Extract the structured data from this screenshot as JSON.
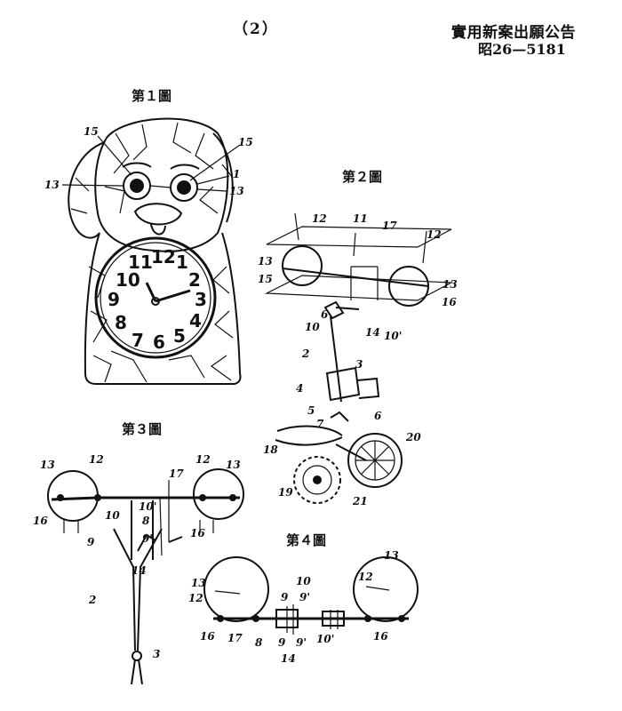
{
  "header": {
    "page_number": "（2）",
    "publication_title": "實用新案出願公告",
    "publication_number": "昭26—5181"
  },
  "figures": {
    "fig1": {
      "label": "第１圖",
      "ref_numerals": [
        "15",
        "15",
        "1",
        "13",
        "13"
      ],
      "dial_numerals": [
        "11",
        "12",
        "1",
        "10",
        "2",
        "9",
        "3",
        "8",
        "4",
        "7",
        "6",
        "5"
      ]
    },
    "fig2": {
      "label": "第２圖",
      "ref_numerals": [
        "12",
        "11",
        "17",
        "12",
        "13",
        "13",
        "15",
        "16",
        "6",
        "10",
        "14",
        "10'",
        "2",
        "3",
        "4",
        "5",
        "6",
        "7",
        "18",
        "20",
        "19",
        "21"
      ]
    },
    "fig3": {
      "label": "第３圖",
      "ref_numerals": [
        "13",
        "12",
        "12",
        "13",
        "17",
        "16",
        "16",
        "10",
        "10'",
        "9",
        "8",
        "9'",
        "14",
        "2",
        "3"
      ]
    },
    "fig4": {
      "label": "第４圖",
      "ref_numerals": [
        "13",
        "13",
        "12",
        "12",
        "9",
        "10",
        "9'",
        "16",
        "17",
        "8",
        "9",
        "9'",
        "10'",
        "14",
        "16"
      ]
    }
  }
}
